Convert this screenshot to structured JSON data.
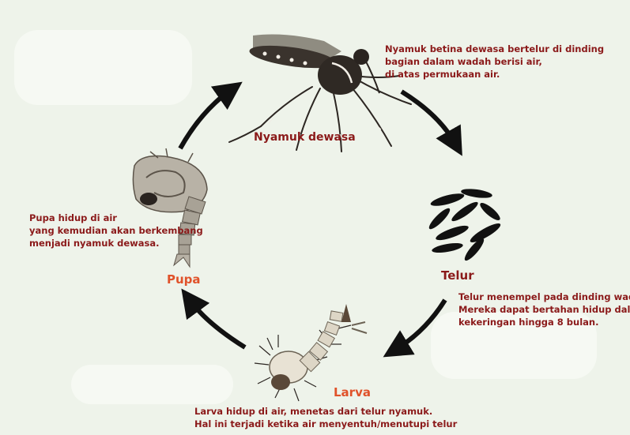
{
  "stages": {
    "adult": {
      "title": "Nyamuk dewasa",
      "desc": [
        "Nyamuk betina dewasa bertelur di dinding",
        "bagian dalam  wadah berisi air,",
        "di atas permukaan air."
      ]
    },
    "egg": {
      "title": "Telur",
      "desc": [
        "Telur menempel pada dinding wadah",
        "Mereka dapat bertahan hidup dalam",
        "kekeringan hingga 8 bulan."
      ]
    },
    "larva": {
      "title": "Larva",
      "desc": [
        "Larva hidup di air, menetas dari telur nyamuk.",
        "Hal ini terjadi ketika air menyentuh/menutupi telur"
      ]
    },
    "pupa": {
      "title": "Pupa",
      "desc": [
        "Pupa hidup di air",
        "yang kemudian akan berkembang",
        "menjadi nyamuk dewasa."
      ]
    }
  },
  "colors": {
    "background": "#eef3ea",
    "text_dark_red": "#8b1a1a",
    "text_orange": "#e0522a",
    "arrow": "#111111"
  }
}
